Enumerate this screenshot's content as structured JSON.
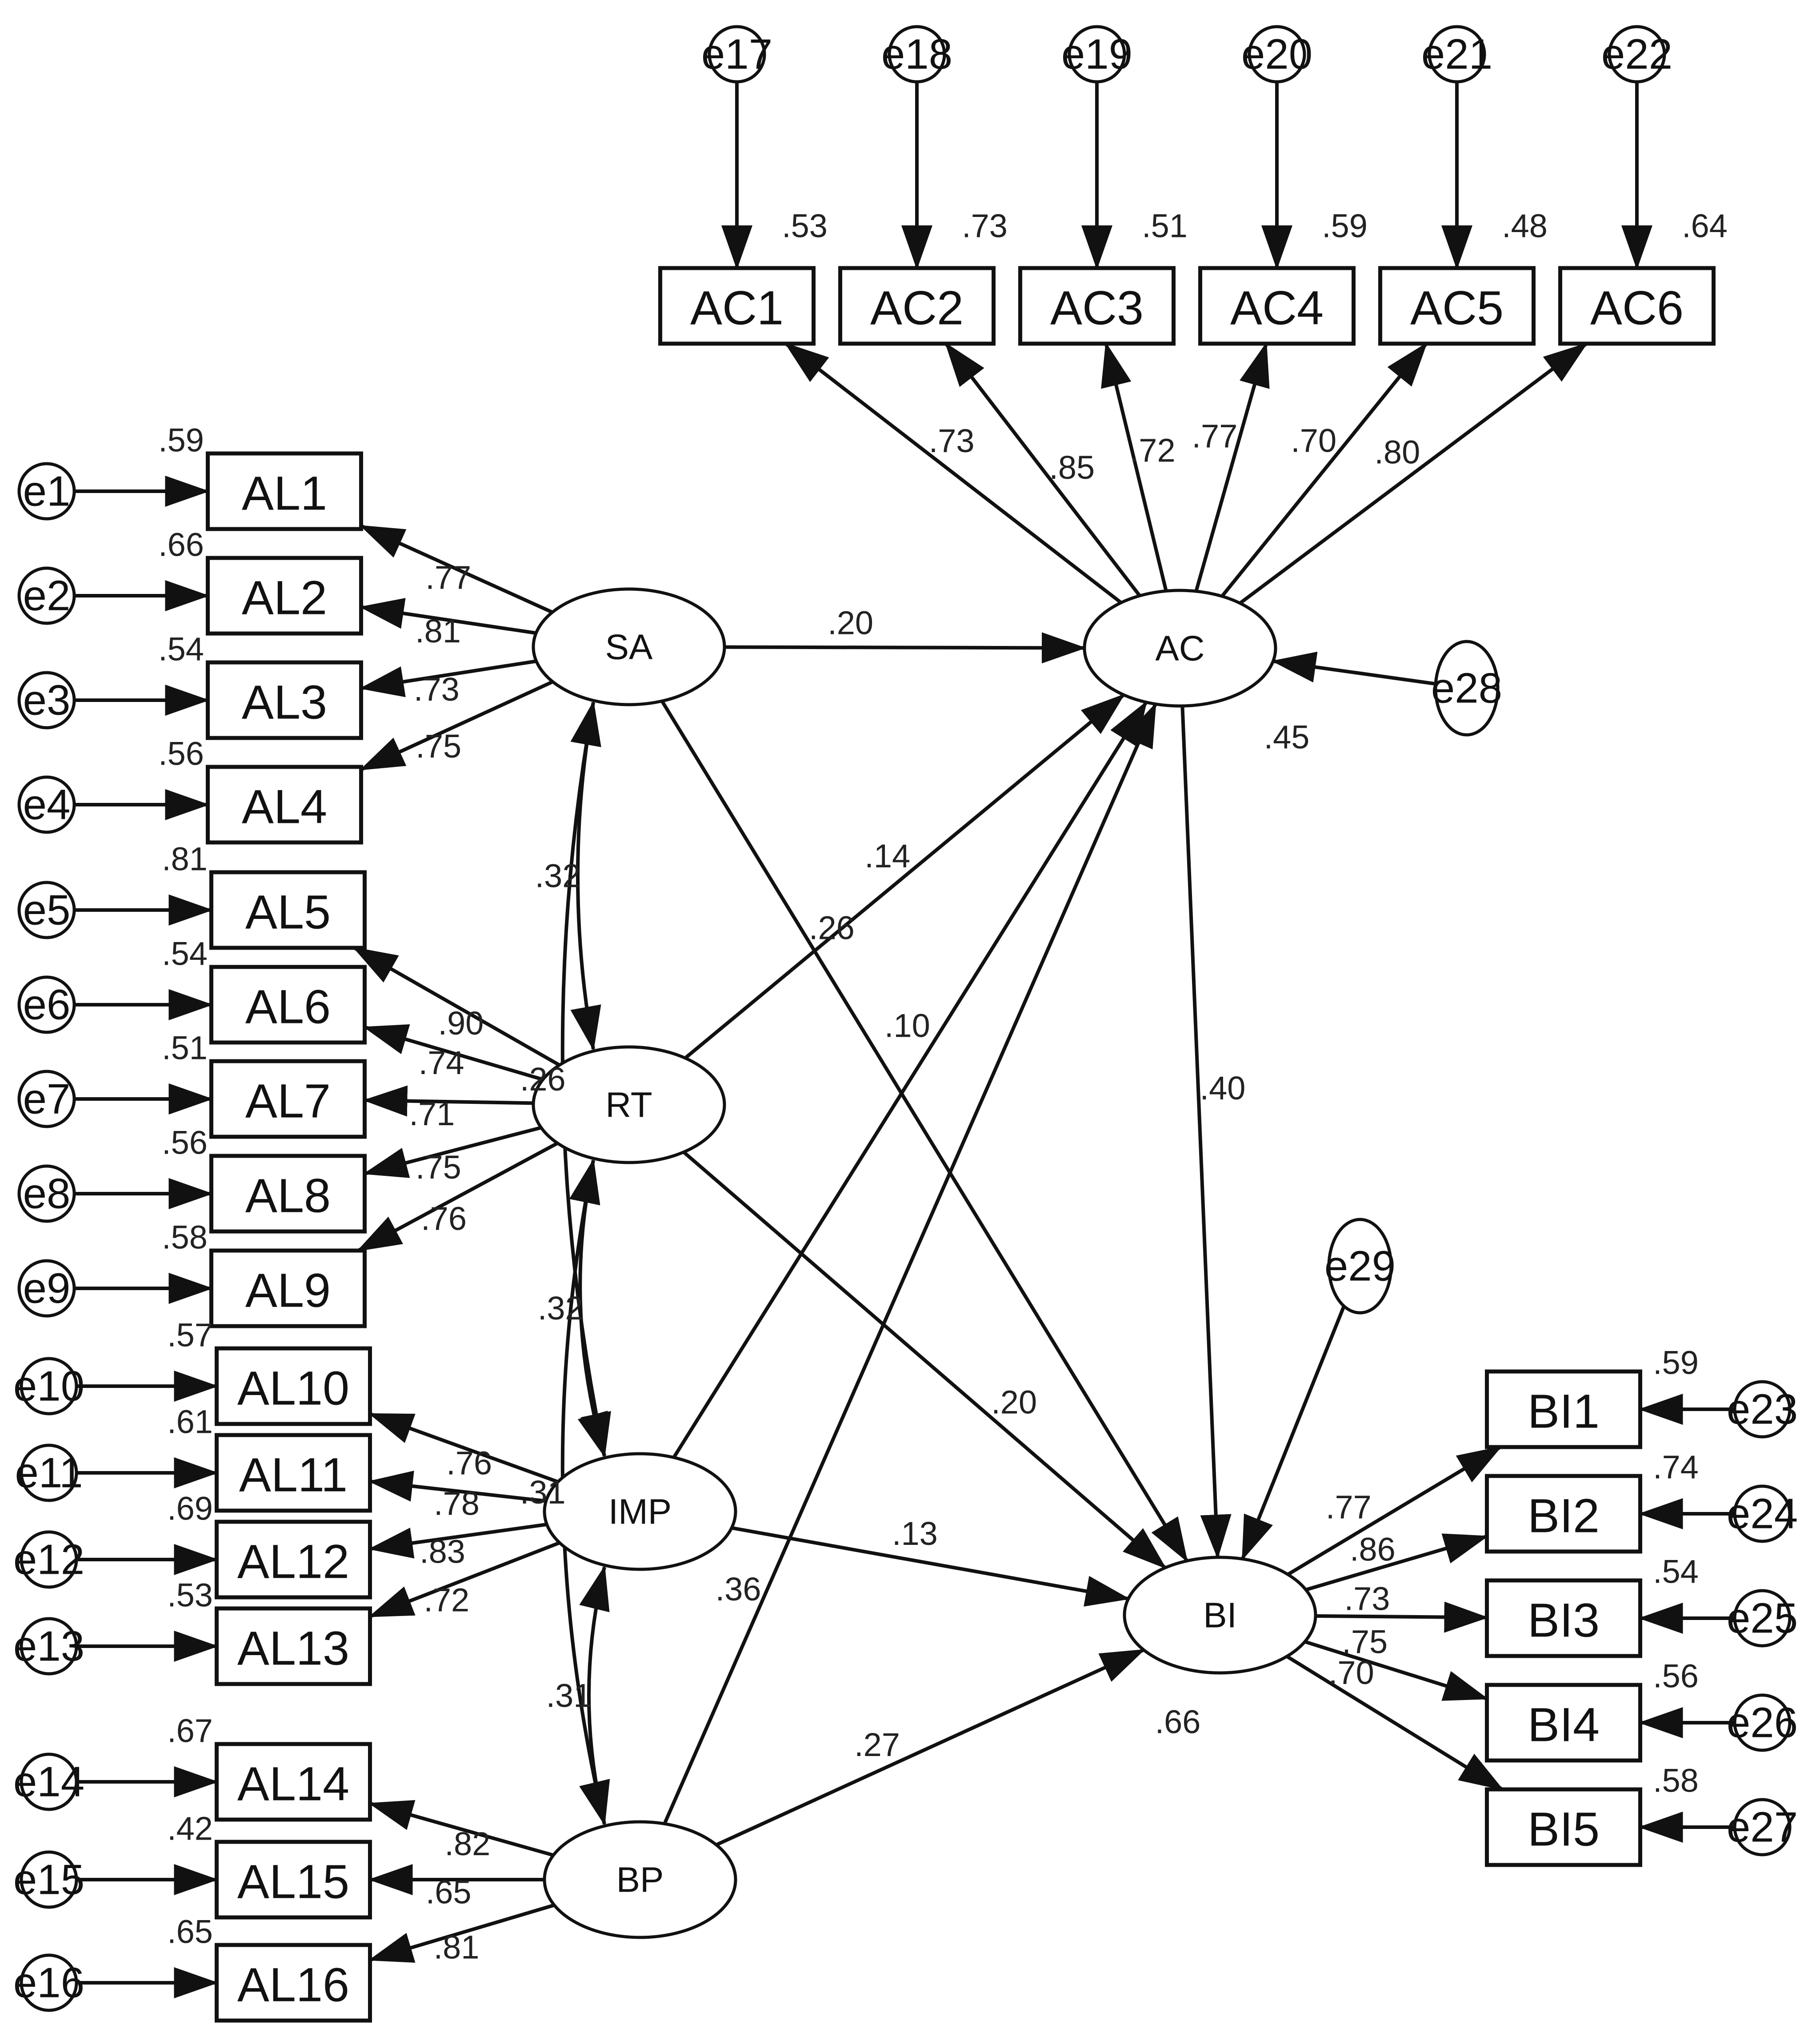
{
  "latent": [
    {
      "id": "SA",
      "label": "SA"
    },
    {
      "id": "RT",
      "label": "RT"
    },
    {
      "id": "IMP",
      "label": "IMP"
    },
    {
      "id": "BP",
      "label": "BP"
    },
    {
      "id": "AC",
      "label": "AC",
      "r2": ".45"
    },
    {
      "id": "BI",
      "label": "BI",
      "r2": ".66"
    }
  ],
  "observed": [
    {
      "id": "AL1",
      "label": "AL1",
      "r2": ".59"
    },
    {
      "id": "AL2",
      "label": "AL2",
      "r2": ".66"
    },
    {
      "id": "AL3",
      "label": "AL3",
      "r2": ".54"
    },
    {
      "id": "AL4",
      "label": "AL4",
      "r2": ".56"
    },
    {
      "id": "AL5",
      "label": "AL5",
      "r2": ".81"
    },
    {
      "id": "AL6",
      "label": "AL6",
      "r2": ".54"
    },
    {
      "id": "AL7",
      "label": "AL7",
      "r2": ".51"
    },
    {
      "id": "AL8",
      "label": "AL8",
      "r2": ".56"
    },
    {
      "id": "AL9",
      "label": "AL9",
      "r2": ".58"
    },
    {
      "id": "AL10",
      "label": "AL10",
      "r2": ".57"
    },
    {
      "id": "AL11",
      "label": "AL11",
      "r2": ".61"
    },
    {
      "id": "AL12",
      "label": "AL12",
      "r2": ".69"
    },
    {
      "id": "AL13",
      "label": "AL13",
      "r2": ".53"
    },
    {
      "id": "AL14",
      "label": "AL14",
      "r2": ".67"
    },
    {
      "id": "AL15",
      "label": "AL15",
      "r2": ".42"
    },
    {
      "id": "AL16",
      "label": "AL16",
      "r2": ".65"
    },
    {
      "id": "AC1",
      "label": "AC1",
      "r2": ".53"
    },
    {
      "id": "AC2",
      "label": "AC2",
      "r2": ".73"
    },
    {
      "id": "AC3",
      "label": "AC3",
      "r2": ".51"
    },
    {
      "id": "AC4",
      "label": "AC4",
      "r2": ".59"
    },
    {
      "id": "AC5",
      "label": "AC5",
      "r2": ".48"
    },
    {
      "id": "AC6",
      "label": "AC6",
      "r2": ".64"
    },
    {
      "id": "BI1",
      "label": "BI1",
      "r2": ".59"
    },
    {
      "id": "BI2",
      "label": "BI2",
      "r2": ".74"
    },
    {
      "id": "BI3",
      "label": "BI3",
      "r2": ".54"
    },
    {
      "id": "BI4",
      "label": "BI4",
      "r2": ".56"
    },
    {
      "id": "BI5",
      "label": "BI5",
      "r2": ".58"
    }
  ],
  "errors": [
    {
      "id": "e1",
      "label": "e1",
      "target": "AL1"
    },
    {
      "id": "e2",
      "label": "e2",
      "target": "AL2"
    },
    {
      "id": "e3",
      "label": "e3",
      "target": "AL3"
    },
    {
      "id": "e4",
      "label": "e4",
      "target": "AL4"
    },
    {
      "id": "e5",
      "label": "e5",
      "target": "AL5"
    },
    {
      "id": "e6",
      "label": "e6",
      "target": "AL6"
    },
    {
      "id": "e7",
      "label": "e7",
      "target": "AL7"
    },
    {
      "id": "e8",
      "label": "e8",
      "target": "AL8"
    },
    {
      "id": "e9",
      "label": "e9",
      "target": "AL9"
    },
    {
      "id": "e10",
      "label": "e10",
      "target": "AL10"
    },
    {
      "id": "e11",
      "label": "e11",
      "target": "AL11"
    },
    {
      "id": "e12",
      "label": "e12",
      "target": "AL12"
    },
    {
      "id": "e13",
      "label": "e13",
      "target": "AL13"
    },
    {
      "id": "e14",
      "label": "e14",
      "target": "AL14"
    },
    {
      "id": "e15",
      "label": "e15",
      "target": "AL15"
    },
    {
      "id": "e16",
      "label": "e16",
      "target": "AL16"
    },
    {
      "id": "e17",
      "label": "e17",
      "target": "AC1"
    },
    {
      "id": "e18",
      "label": "e18",
      "target": "AC2"
    },
    {
      "id": "e19",
      "label": "e19",
      "target": "AC3"
    },
    {
      "id": "e20",
      "label": "e20",
      "target": "AC4"
    },
    {
      "id": "e21",
      "label": "e21",
      "target": "AC5"
    },
    {
      "id": "e22",
      "label": "e22",
      "target": "AC6"
    },
    {
      "id": "e23",
      "label": "e23",
      "target": "BI1"
    },
    {
      "id": "e24",
      "label": "e24",
      "target": "BI2"
    },
    {
      "id": "e25",
      "label": "e25",
      "target": "BI3"
    },
    {
      "id": "e26",
      "label": "e26",
      "target": "BI4"
    },
    {
      "id": "e27",
      "label": "e27",
      "target": "BI5"
    },
    {
      "id": "e28",
      "label": "e28",
      "target": "AC"
    },
    {
      "id": "e29",
      "label": "e29",
      "target": "BI"
    }
  ],
  "loadings": [
    {
      "from": "SA",
      "to": "AL1",
      "value": ".77"
    },
    {
      "from": "SA",
      "to": "AL2",
      "value": ".81"
    },
    {
      "from": "SA",
      "to": "AL3",
      "value": ".73"
    },
    {
      "from": "SA",
      "to": "AL4",
      "value": ".75"
    },
    {
      "from": "RT",
      "to": "AL5",
      "value": ".90"
    },
    {
      "from": "RT",
      "to": "AL6",
      "value": ".74"
    },
    {
      "from": "RT",
      "to": "AL7",
      "value": ".71"
    },
    {
      "from": "RT",
      "to": "AL8",
      "value": ".75"
    },
    {
      "from": "RT",
      "to": "AL9",
      "value": ".76"
    },
    {
      "from": "IMP",
      "to": "AL10",
      "value": ".76"
    },
    {
      "from": "IMP",
      "to": "AL11",
      "value": ".78"
    },
    {
      "from": "IMP",
      "to": "AL12",
      "value": ".83"
    },
    {
      "from": "IMP",
      "to": "AL13",
      "value": ".72"
    },
    {
      "from": "BP",
      "to": "AL14",
      "value": ".82"
    },
    {
      "from": "BP",
      "to": "AL15",
      "value": ".65"
    },
    {
      "from": "BP",
      "to": "AL16",
      "value": ".81"
    },
    {
      "from": "AC",
      "to": "AC1",
      "value": ".73"
    },
    {
      "from": "AC",
      "to": "AC2",
      "value": ".85"
    },
    {
      "from": "AC",
      "to": "AC3",
      "value": ".72"
    },
    {
      "from": "AC",
      "to": "AC4",
      "value": ".77"
    },
    {
      "from": "AC",
      "to": "AC5",
      "value": ".70"
    },
    {
      "from": "AC",
      "to": "AC6",
      "value": ".80"
    },
    {
      "from": "BI",
      "to": "BI1",
      "value": ".77"
    },
    {
      "from": "BI",
      "to": "BI2",
      "value": ".86"
    },
    {
      "from": "BI",
      "to": "BI3",
      "value": ".73"
    },
    {
      "from": "BI",
      "to": "BI4",
      "value": ".75"
    },
    {
      "from": "BI",
      "to": "BI5",
      "value": ".70"
    }
  ],
  "paths": [
    {
      "from": "SA",
      "to": "AC",
      "value": ".20"
    },
    {
      "from": "SA",
      "to": "BI",
      "value": ".26"
    },
    {
      "from": "RT",
      "to": "AC",
      "value": ".14"
    },
    {
      "from": "RT",
      "to": "BI",
      "value": ".20"
    },
    {
      "from": "IMP",
      "to": "AC",
      "value": ".10"
    },
    {
      "from": "IMP",
      "to": "BI",
      "value": ".13"
    },
    {
      "from": "BP",
      "to": "AC",
      "value": ".36"
    },
    {
      "from": "BP",
      "to": "BI",
      "value": ".27"
    },
    {
      "from": "AC",
      "to": "BI",
      "value": ".40"
    }
  ],
  "correlations": [
    {
      "a": "SA",
      "b": "RT",
      "value": ".32"
    },
    {
      "a": "RT",
      "b": "IMP",
      "value": ".32"
    },
    {
      "a": "IMP",
      "b": "BP",
      "value": ".31"
    },
    {
      "a": "SA",
      "b": "IMP",
      "value": ".26"
    },
    {
      "a": "RT",
      "b": "BP",
      "value": ".31"
    }
  ]
}
